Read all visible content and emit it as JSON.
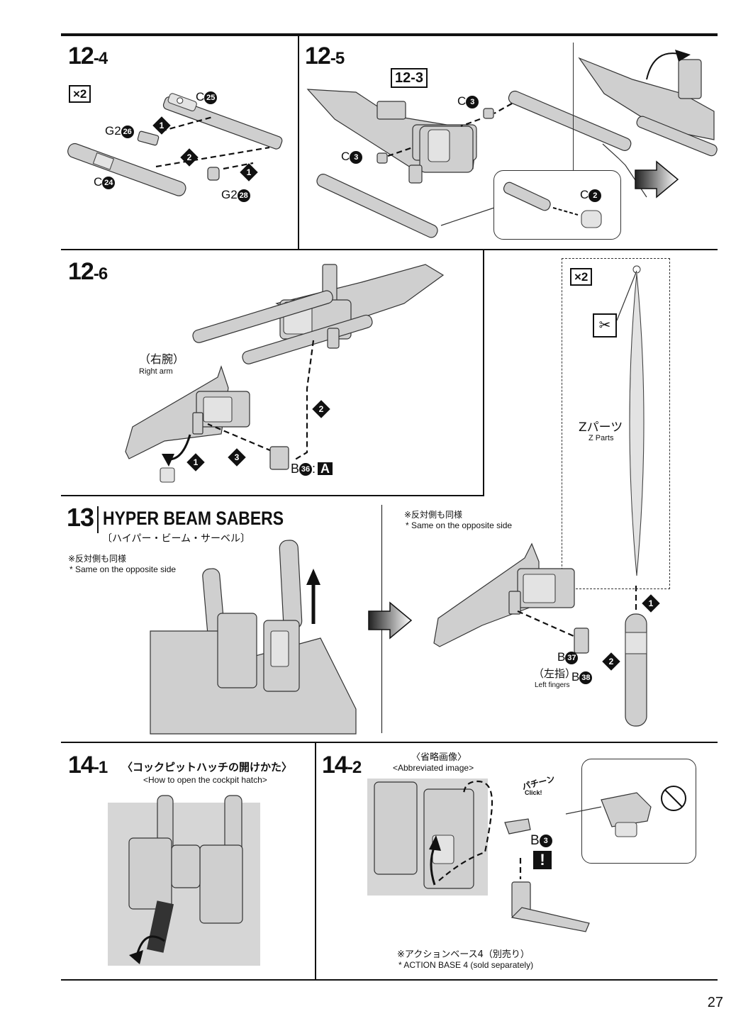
{
  "page": {
    "number": "27"
  },
  "steps": {
    "s12_4": {
      "main": "12",
      "sub": "-4",
      "multiplier": "×2",
      "labels": {
        "c25": "C",
        "g2_26": "G2",
        "g2_28": "G2",
        "c24": "C"
      },
      "nums": {
        "n25": "25",
        "n26": "26",
        "n28": "28",
        "n24": "24"
      }
    },
    "s12_5": {
      "main": "12",
      "sub": "-5",
      "ref": "12-3",
      "labels": {
        "c3a": "C",
        "c3b": "C",
        "c2": "C"
      },
      "nums": {
        "n3a": "3",
        "n3b": "3",
        "n2": "2"
      }
    },
    "s12_6": {
      "main": "12",
      "sub": "-6",
      "right_arm_jp": "（右腕）",
      "right_arm_en": "Right arm",
      "part_b": "B",
      "part_num": "36",
      "part_sep": ":",
      "part_box": "A",
      "z_multiplier": "×2",
      "z_parts_jp": "Zパーツ",
      "z_parts_en": "Z Parts"
    },
    "s13": {
      "main": "13",
      "title": "HYPER BEAM SABERS",
      "subtitle_jp": "〔ハイパー・ビーム・サーベル〕",
      "note_jp": "※反対側も同様",
      "note_en": "* Same on the opposite side",
      "note2_jp": "※反対側も同様",
      "note2_en": "* Same on the opposite side",
      "b37": "B",
      "b37_num": "37",
      "left_fingers_jp": "（左指）",
      "left_fingers_en": "Left fingers",
      "b38": "B",
      "b38_num": "38"
    },
    "s14_1": {
      "main": "14",
      "sub": "-1",
      "title_jp": "〈コックピットハッチの開けかた〉",
      "title_en": "<How to open the cockpit hatch>"
    },
    "s14_2": {
      "main": "14",
      "sub": "-2",
      "abbr_jp": "〈省略画像〉",
      "abbr_en": "<Abbreviated image>",
      "click_jp": "パチーン",
      "click_en": "Click!",
      "b3": "B",
      "b3_num": "3",
      "warning": "!",
      "base_jp": "※アクションベース4（別売り）",
      "base_en": "* ACTION BASE 4 (sold separately)"
    }
  },
  "diamonds": {
    "d1": "1",
    "d2": "2",
    "d3": "3"
  }
}
